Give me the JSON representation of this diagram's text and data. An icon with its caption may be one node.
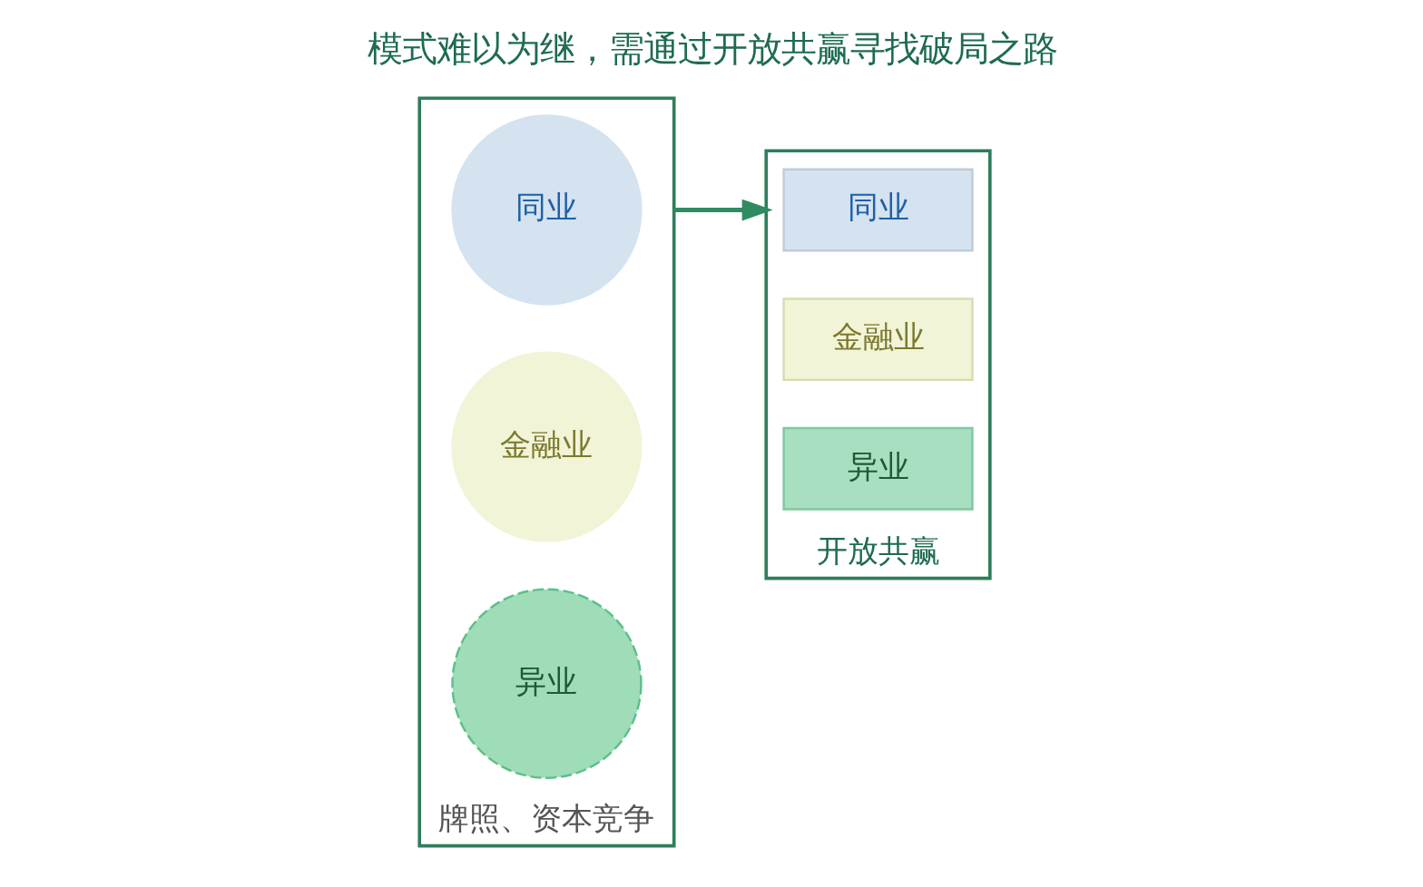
{
  "diagram": {
    "title": "模式难以为继，需通过开放共赢寻找破局之路",
    "nodes": [
      {
        "text": [
          "牌照、资本竞争"
        ]
      },
      {
        "text": [
          "同业"
        ],
        "in": 0
      },
      {
        "text": [
          "金融业"
        ],
        "in": 0
      },
      {
        "text": [
          "异业"
        ],
        "in": 0
      },
      {
        "text": [
          "开放共赢"
        ]
      },
      {
        "text": [
          "同业"
        ],
        "in": 4
      },
      {
        "text": [
          "金融业"
        ],
        "in": 4
      },
      {
        "text": [
          "异业"
        ],
        "in": 4
      }
    ],
    "edges": [
      {
        "from": 0,
        "to": 4,
        "arrow": "to"
      }
    ]
  }
}
